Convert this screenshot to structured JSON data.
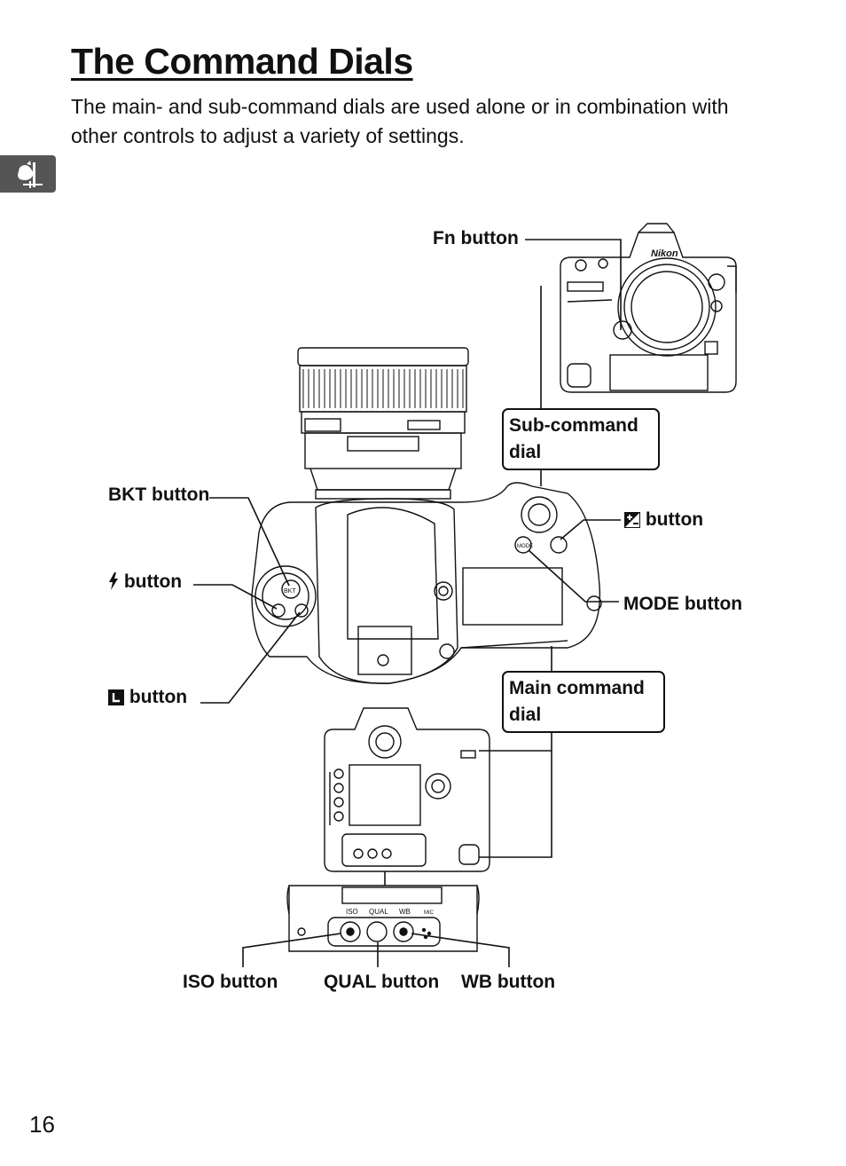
{
  "page": {
    "title": "The Command Dials",
    "intro": "The main- and sub-command dials are used alone or in combination with other controls to adjust a variety of settings.",
    "page_number": "16",
    "section_tab_icon": "rooster-icon"
  },
  "figure": {
    "camera_brand": "Nikon",
    "labels": {
      "fn": "Fn button",
      "sub_command_line1": "Sub-command",
      "sub_command_line2": "dial",
      "bkt": "BKT button",
      "exposure_comp": " button",
      "flash": " button",
      "mode": "MODE button",
      "lock": " button",
      "main_command_line1": "Main command",
      "main_command_line2": "dial",
      "iso": "ISO button",
      "qual": "QUAL button",
      "wb": "WB button"
    },
    "panel_labels": {
      "iso": "ISO",
      "qual": "QUAL",
      "wb": "WB",
      "mic": "MIC"
    }
  }
}
